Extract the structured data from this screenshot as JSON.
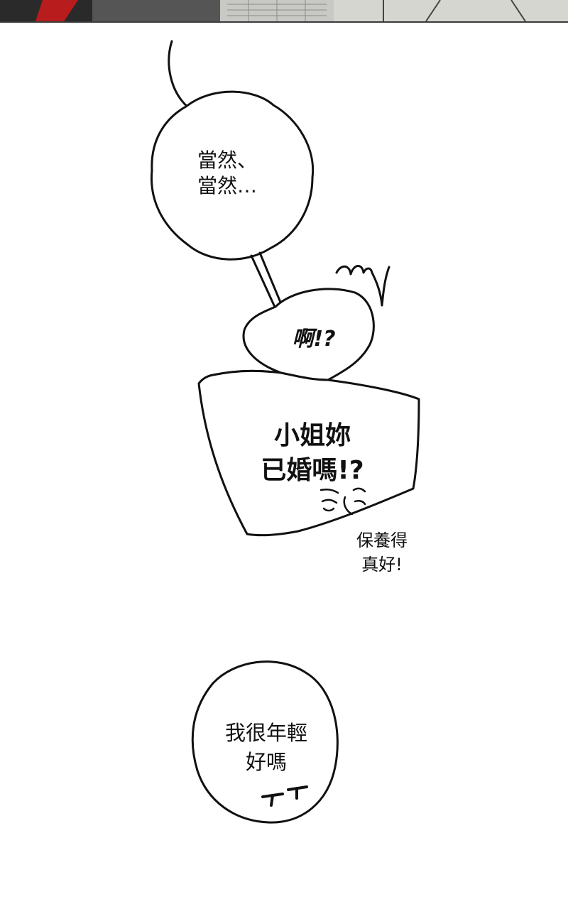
{
  "panel": {
    "bubbles": {
      "dangran": {
        "lines": [
          "當然、",
          "當然…"
        ]
      },
      "a": {
        "text": "啊!?"
      },
      "xiaojie": {
        "lines": [
          "小姐妳",
          "已婚嗎!?"
        ]
      },
      "baoyang": {
        "lines": [
          "保養得",
          "真好!"
        ]
      },
      "woheni": {
        "lines": [
          "我很年輕",
          "好嗎"
        ]
      }
    }
  },
  "colors": {
    "ink": "#111111",
    "paper": "#ffffff",
    "strip": "#9c9c98"
  }
}
